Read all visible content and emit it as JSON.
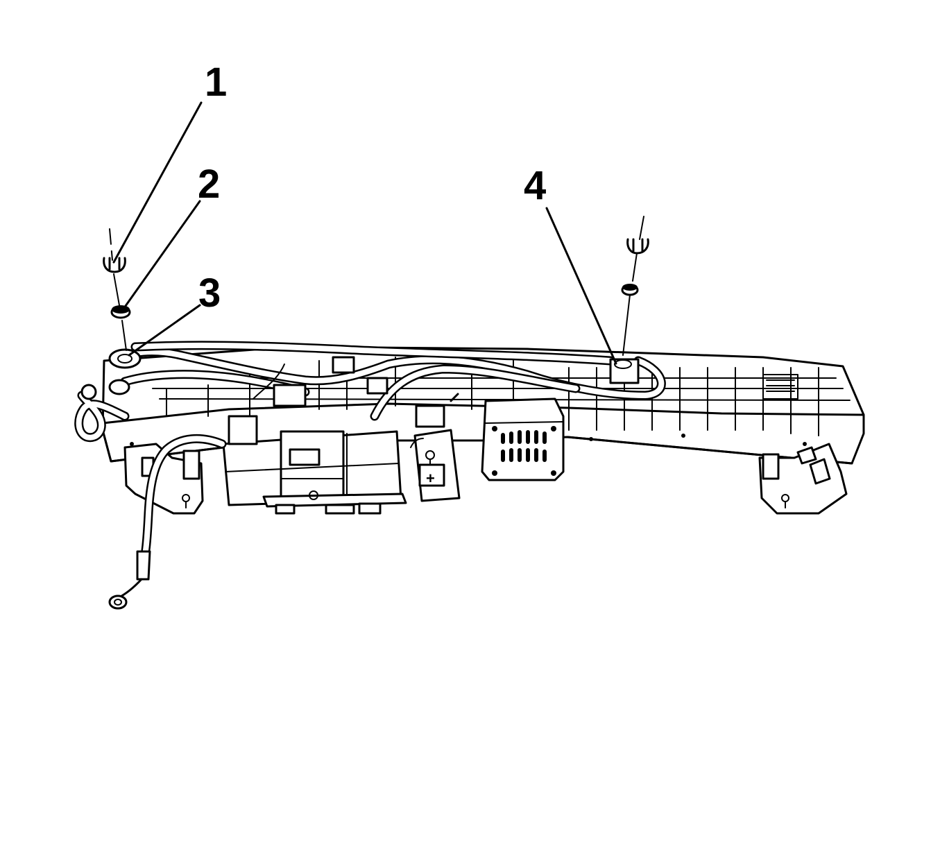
{
  "callouts": [
    {
      "id": "1",
      "label": "1"
    },
    {
      "id": "2",
      "label": "2"
    },
    {
      "id": "3",
      "label": "3"
    },
    {
      "id": "4",
      "label": "4"
    }
  ],
  "icons": {
    "plus_marking": "plus-symbol"
  }
}
